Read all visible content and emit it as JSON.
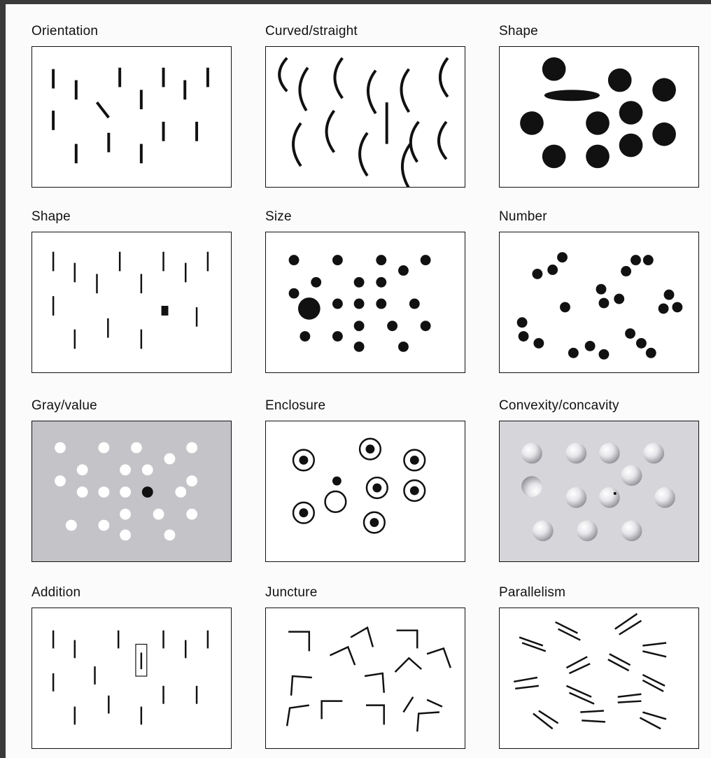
{
  "panels": [
    {
      "id": "orientation",
      "label": "Orientation"
    },
    {
      "id": "curved",
      "label": "Curved/straight"
    },
    {
      "id": "shape1",
      "label": "Shape"
    },
    {
      "id": "shape2",
      "label": "Shape"
    },
    {
      "id": "size",
      "label": "Size"
    },
    {
      "id": "number",
      "label": "Number"
    },
    {
      "id": "gray",
      "label": "Gray/value"
    },
    {
      "id": "enclosure",
      "label": "Enclosure"
    },
    {
      "id": "convexity",
      "label": "Convexity/concavity"
    },
    {
      "id": "addition",
      "label": "Addition"
    },
    {
      "id": "juncture",
      "label": "Juncture"
    },
    {
      "id": "parallelism",
      "label": "Parallelism"
    }
  ],
  "colors": {
    "ink": "#111111",
    "gray_background": "#c4c4c8",
    "dot_white": "#ffffff",
    "sphere_background": "#d6d6da"
  }
}
